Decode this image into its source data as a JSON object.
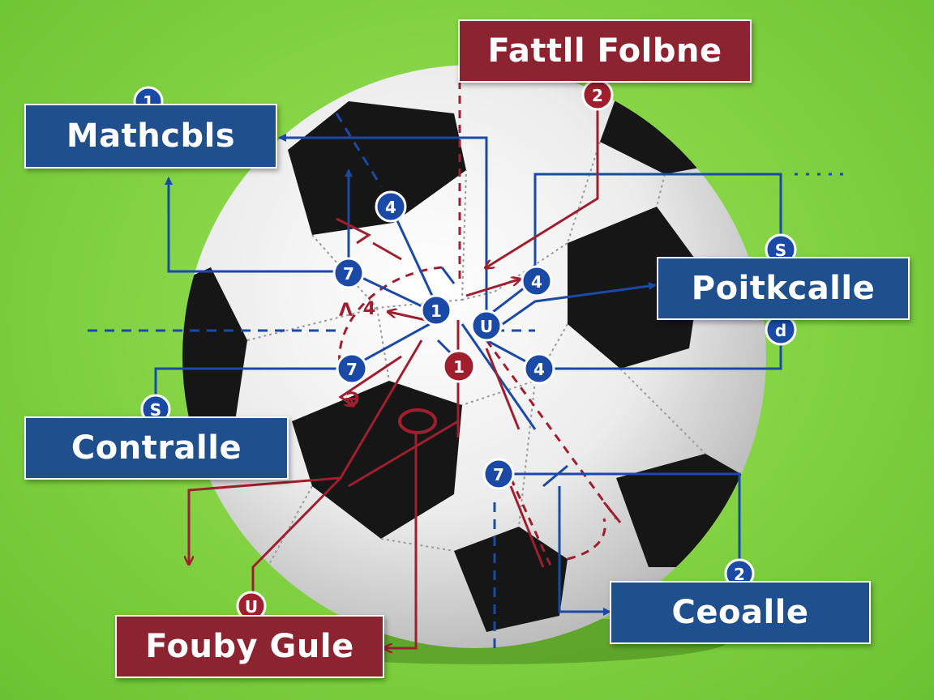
{
  "labels": {
    "top": "Fattll Folbne",
    "top_left": "Mathcbls",
    "right": "Poitkcalle",
    "left": "Contralle",
    "bottom_right": "Ceoalle",
    "bottom_left": "Fouby Gule"
  },
  "badges": {
    "b_matchbls": "1",
    "b_top_red": "2",
    "b_upper_4": "4",
    "b_left_7a": "7",
    "b_center_1": "1",
    "b_center_u": "U",
    "b_right_4a": "4",
    "b_left_7b": "7",
    "b_center_red_1": "1",
    "b_right_4b": "4",
    "b_lower_7": "7",
    "b_right_s": "S",
    "b_right_d": "d",
    "b_left_s": "S",
    "b_bottom_right_2": "2",
    "b_bottom_left_u": "U"
  },
  "colors": {
    "background": "#86d546",
    "label_blue": "#1f4f8c",
    "label_red": "#8b2330",
    "line_blue": "#1a4aa6",
    "line_red": "#a01f2e",
    "ball_white": "#f2f2f2",
    "ball_black": "#161616"
  }
}
